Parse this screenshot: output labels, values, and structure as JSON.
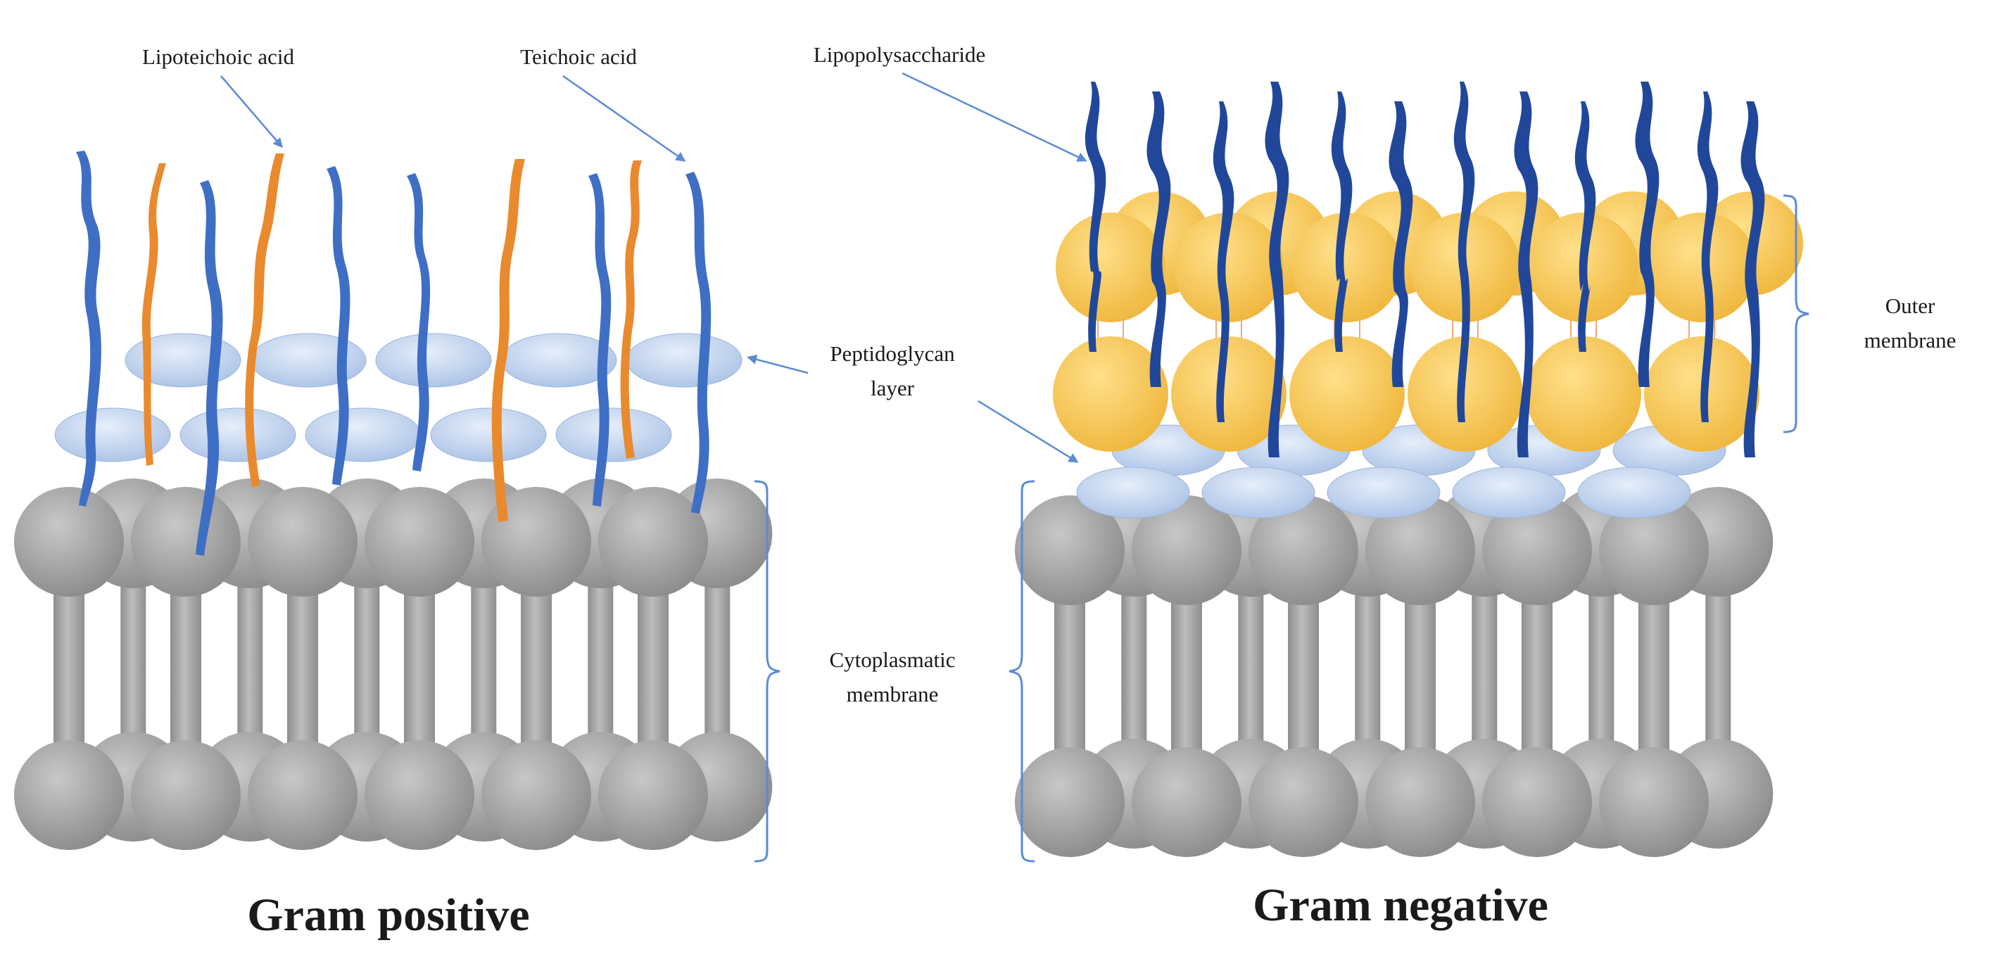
{
  "labels": {
    "lipoteichoic": "Lipoteichoic acid",
    "teichoic": "Teichoic acid",
    "lipopolysaccharide": "Lipopolysaccharide",
    "peptidoglycan_1": "Peptidoglycan",
    "peptidoglycan_2": "layer",
    "outer_1": "Outer",
    "outer_2": "membrane",
    "cyto_1": "Cytoplasmatic",
    "cyto_2": "membrane"
  },
  "titles": {
    "gram_positive": "Gram positive",
    "gram_negative": "Gram negative"
  },
  "colors": {
    "lipid_head": "#9c9c9c",
    "lipid_tail": "#a9a9a9",
    "peptidoglycan": "#c9daf1",
    "teichoic_acid": "#3f6fc4",
    "lipoteichoic_acid": "#e98a2e",
    "lipopolysaccharide": "#20479a",
    "outer_membrane_head": "#f6c656",
    "arrow": "#5b8bd3"
  }
}
